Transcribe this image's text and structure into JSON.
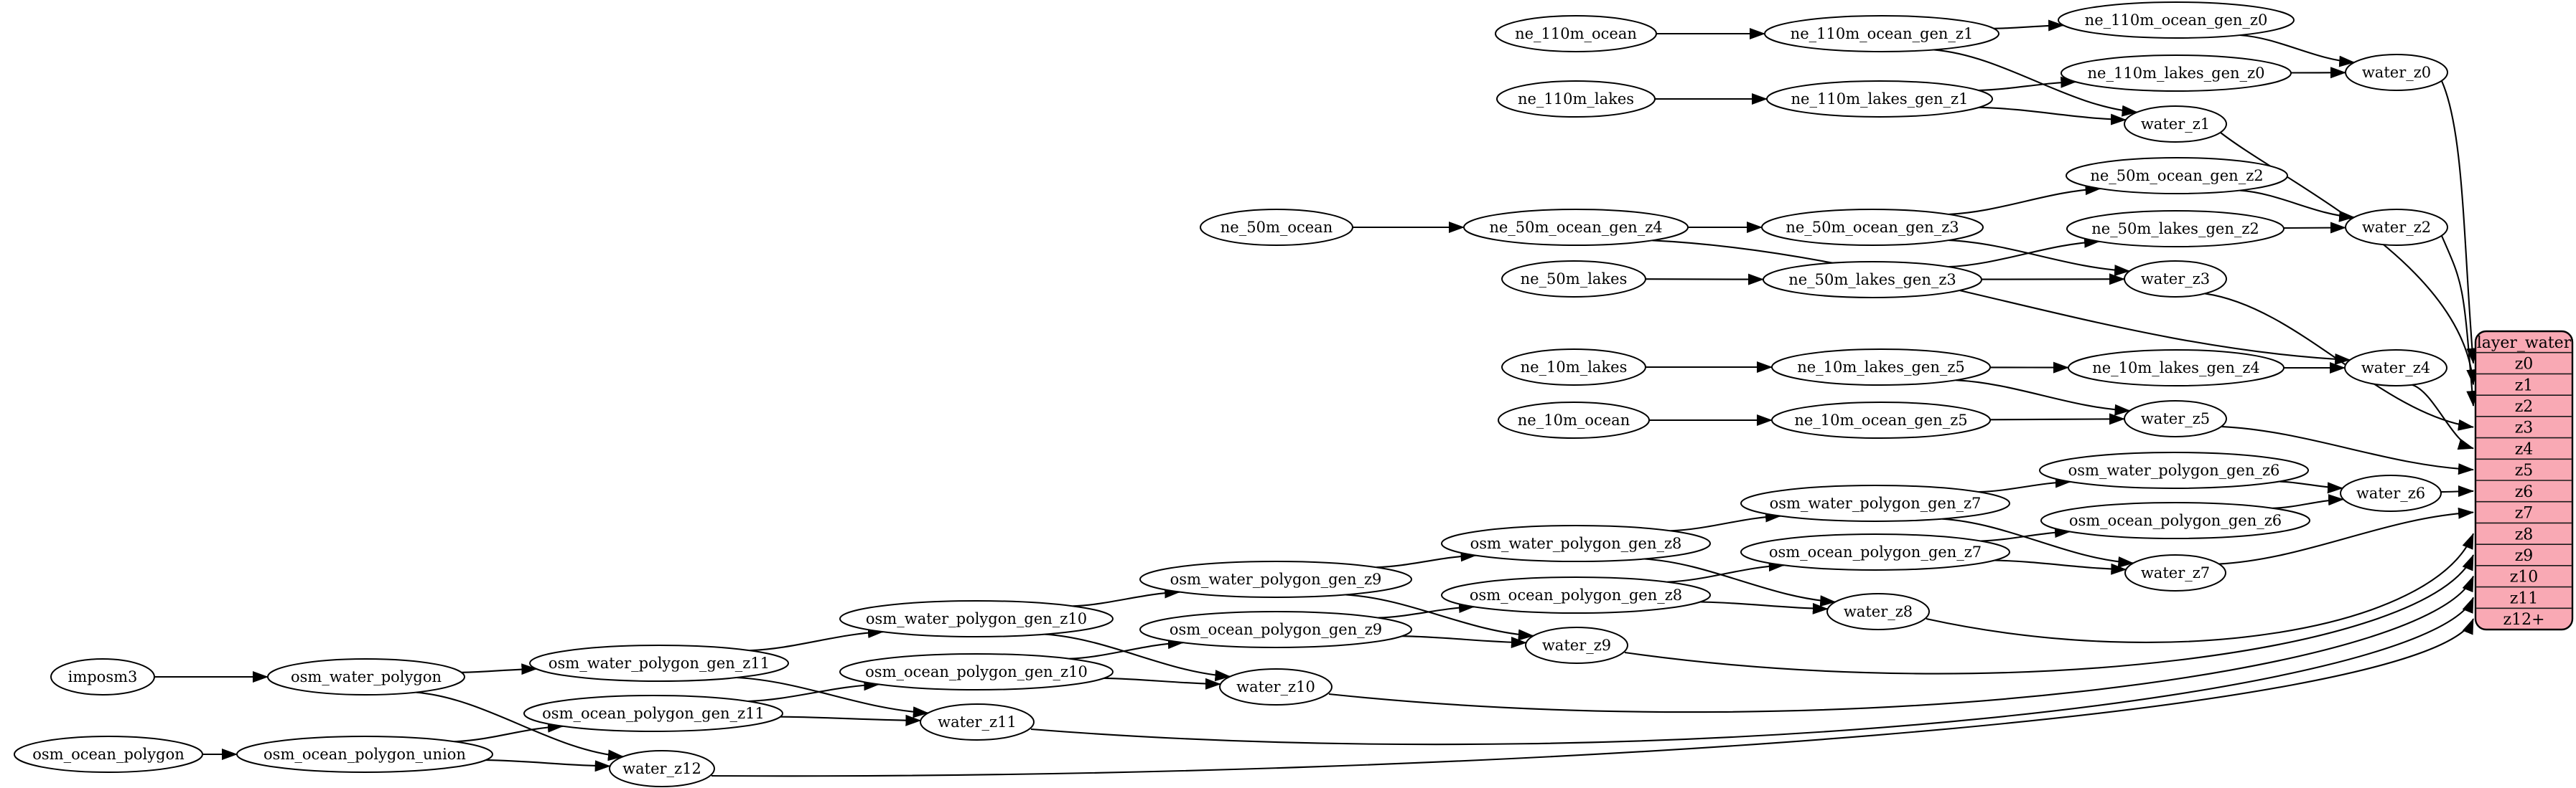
{
  "diagram": {
    "type": "dependency-graph",
    "background_color": "#ffffff",
    "node_fill": "#ffffff",
    "node_stroke": "#000000",
    "edge_color": "#000000",
    "nodes": [
      {
        "id": "ne_110m_ocean",
        "label": "ne_110m_ocean"
      },
      {
        "id": "ne_110m_lakes",
        "label": "ne_110m_lakes"
      },
      {
        "id": "ne_110m_ocean_gen_z1",
        "label": "ne_110m_ocean_gen_z1"
      },
      {
        "id": "ne_110m_lakes_gen_z1",
        "label": "ne_110m_lakes_gen_z1"
      },
      {
        "id": "ne_110m_ocean_gen_z0",
        "label": "ne_110m_ocean_gen_z0"
      },
      {
        "id": "ne_110m_lakes_gen_z0",
        "label": "ne_110m_lakes_gen_z0"
      },
      {
        "id": "water_z0",
        "label": "water_z0"
      },
      {
        "id": "water_z1",
        "label": "water_z1"
      },
      {
        "id": "ne_50m_ocean",
        "label": "ne_50m_ocean"
      },
      {
        "id": "ne_50m_lakes",
        "label": "ne_50m_lakes"
      },
      {
        "id": "ne_50m_ocean_gen_z4",
        "label": "ne_50m_ocean_gen_z4"
      },
      {
        "id": "ne_50m_ocean_gen_z3",
        "label": "ne_50m_ocean_gen_z3"
      },
      {
        "id": "ne_50m_lakes_gen_z3",
        "label": "ne_50m_lakes_gen_z3"
      },
      {
        "id": "ne_50m_ocean_gen_z2",
        "label": "ne_50m_ocean_gen_z2"
      },
      {
        "id": "ne_50m_lakes_gen_z2",
        "label": "ne_50m_lakes_gen_z2"
      },
      {
        "id": "water_z2",
        "label": "water_z2"
      },
      {
        "id": "water_z3",
        "label": "water_z3"
      },
      {
        "id": "ne_10m_lakes",
        "label": "ne_10m_lakes"
      },
      {
        "id": "ne_10m_ocean",
        "label": "ne_10m_ocean"
      },
      {
        "id": "ne_10m_lakes_gen_z5",
        "label": "ne_10m_lakes_gen_z5"
      },
      {
        "id": "ne_10m_ocean_gen_z5",
        "label": "ne_10m_ocean_gen_z5"
      },
      {
        "id": "ne_10m_lakes_gen_z4",
        "label": "ne_10m_lakes_gen_z4"
      },
      {
        "id": "water_z4",
        "label": "water_z4"
      },
      {
        "id": "water_z5",
        "label": "water_z5"
      },
      {
        "id": "imposm3",
        "label": "imposm3"
      },
      {
        "id": "osm_water_polygon",
        "label": "osm_water_polygon"
      },
      {
        "id": "osm_ocean_polygon",
        "label": "osm_ocean_polygon"
      },
      {
        "id": "osm_ocean_polygon_union",
        "label": "osm_ocean_polygon_union"
      },
      {
        "id": "osm_water_polygon_gen_z11",
        "label": "osm_water_polygon_gen_z11"
      },
      {
        "id": "osm_ocean_polygon_gen_z11",
        "label": "osm_ocean_polygon_gen_z11"
      },
      {
        "id": "osm_water_polygon_gen_z10",
        "label": "osm_water_polygon_gen_z10"
      },
      {
        "id": "osm_ocean_polygon_gen_z10",
        "label": "osm_ocean_polygon_gen_z10"
      },
      {
        "id": "osm_water_polygon_gen_z9",
        "label": "osm_water_polygon_gen_z9"
      },
      {
        "id": "osm_ocean_polygon_gen_z9",
        "label": "osm_ocean_polygon_gen_z9"
      },
      {
        "id": "osm_water_polygon_gen_z8",
        "label": "osm_water_polygon_gen_z8"
      },
      {
        "id": "osm_ocean_polygon_gen_z8",
        "label": "osm_ocean_polygon_gen_z8"
      },
      {
        "id": "osm_water_polygon_gen_z7",
        "label": "osm_water_polygon_gen_z7"
      },
      {
        "id": "osm_ocean_polygon_gen_z7",
        "label": "osm_ocean_polygon_gen_z7"
      },
      {
        "id": "osm_water_polygon_gen_z6",
        "label": "osm_water_polygon_gen_z6"
      },
      {
        "id": "osm_ocean_polygon_gen_z6",
        "label": "osm_ocean_polygon_gen_z6"
      },
      {
        "id": "water_z6",
        "label": "water_z6"
      },
      {
        "id": "water_z7",
        "label": "water_z7"
      },
      {
        "id": "water_z8",
        "label": "water_z8"
      },
      {
        "id": "water_z9",
        "label": "water_z9"
      },
      {
        "id": "water_z10",
        "label": "water_z10"
      },
      {
        "id": "water_z11",
        "label": "water_z11"
      },
      {
        "id": "water_z12",
        "label": "water_z12"
      }
    ],
    "edges": [
      [
        "ne_110m_ocean",
        "ne_110m_ocean_gen_z1"
      ],
      [
        "ne_110m_ocean_gen_z1",
        "ne_110m_ocean_gen_z0"
      ],
      [
        "ne_110m_ocean_gen_z1",
        "water_z1"
      ],
      [
        "ne_110m_ocean_gen_z0",
        "water_z0"
      ],
      [
        "ne_110m_lakes",
        "ne_110m_lakes_gen_z1"
      ],
      [
        "ne_110m_lakes_gen_z1",
        "ne_110m_lakes_gen_z0"
      ],
      [
        "ne_110m_lakes_gen_z1",
        "water_z1"
      ],
      [
        "ne_110m_lakes_gen_z0",
        "water_z0"
      ],
      [
        "water_z0",
        "layer_water:z0"
      ],
      [
        "water_z1",
        "layer_water:z1"
      ],
      [
        "ne_50m_ocean",
        "ne_50m_ocean_gen_z4"
      ],
      [
        "ne_50m_ocean_gen_z4",
        "ne_50m_ocean_gen_z3"
      ],
      [
        "ne_50m_ocean_gen_z4",
        "water_z4"
      ],
      [
        "ne_50m_ocean_gen_z3",
        "ne_50m_ocean_gen_z2"
      ],
      [
        "ne_50m_ocean_gen_z3",
        "water_z3"
      ],
      [
        "ne_50m_ocean_gen_z2",
        "water_z2"
      ],
      [
        "ne_50m_lakes",
        "ne_50m_lakes_gen_z3"
      ],
      [
        "ne_50m_lakes_gen_z3",
        "ne_50m_lakes_gen_z2"
      ],
      [
        "ne_50m_lakes_gen_z3",
        "water_z3"
      ],
      [
        "ne_50m_lakes_gen_z2",
        "water_z2"
      ],
      [
        "water_z2",
        "layer_water:z2"
      ],
      [
        "water_z3",
        "layer_water:z3"
      ],
      [
        "ne_10m_lakes",
        "ne_10m_lakes_gen_z5"
      ],
      [
        "ne_10m_lakes_gen_z5",
        "ne_10m_lakes_gen_z4"
      ],
      [
        "ne_10m_lakes_gen_z5",
        "water_z5"
      ],
      [
        "ne_10m_lakes_gen_z4",
        "water_z4"
      ],
      [
        "ne_10m_ocean",
        "ne_10m_ocean_gen_z5"
      ],
      [
        "ne_10m_ocean_gen_z5",
        "water_z5"
      ],
      [
        "water_z4",
        "layer_water:z4"
      ],
      [
        "water_z5",
        "layer_water:z5"
      ],
      [
        "imposm3",
        "osm_water_polygon"
      ],
      [
        "osm_water_polygon",
        "osm_water_polygon_gen_z11"
      ],
      [
        "osm_water_polygon",
        "water_z12"
      ],
      [
        "osm_ocean_polygon",
        "osm_ocean_polygon_union"
      ],
      [
        "osm_ocean_polygon_union",
        "osm_ocean_polygon_gen_z11"
      ],
      [
        "osm_ocean_polygon_union",
        "water_z12"
      ],
      [
        "osm_water_polygon_gen_z11",
        "osm_water_polygon_gen_z10"
      ],
      [
        "osm_water_polygon_gen_z11",
        "water_z11"
      ],
      [
        "osm_ocean_polygon_gen_z11",
        "osm_ocean_polygon_gen_z10"
      ],
      [
        "osm_ocean_polygon_gen_z11",
        "water_z11"
      ],
      [
        "osm_water_polygon_gen_z10",
        "osm_water_polygon_gen_z9"
      ],
      [
        "osm_water_polygon_gen_z10",
        "water_z10"
      ],
      [
        "osm_ocean_polygon_gen_z10",
        "osm_ocean_polygon_gen_z9"
      ],
      [
        "osm_ocean_polygon_gen_z10",
        "water_z10"
      ],
      [
        "osm_water_polygon_gen_z9",
        "osm_water_polygon_gen_z8"
      ],
      [
        "osm_water_polygon_gen_z9",
        "water_z9"
      ],
      [
        "osm_ocean_polygon_gen_z9",
        "osm_ocean_polygon_gen_z8"
      ],
      [
        "osm_ocean_polygon_gen_z9",
        "water_z9"
      ],
      [
        "osm_water_polygon_gen_z8",
        "osm_water_polygon_gen_z7"
      ],
      [
        "osm_water_polygon_gen_z8",
        "water_z8"
      ],
      [
        "osm_ocean_polygon_gen_z8",
        "osm_ocean_polygon_gen_z7"
      ],
      [
        "osm_ocean_polygon_gen_z8",
        "water_z8"
      ],
      [
        "osm_water_polygon_gen_z7",
        "osm_water_polygon_gen_z6"
      ],
      [
        "osm_water_polygon_gen_z7",
        "water_z7"
      ],
      [
        "osm_ocean_polygon_gen_z7",
        "osm_ocean_polygon_gen_z6"
      ],
      [
        "osm_ocean_polygon_gen_z7",
        "water_z7"
      ],
      [
        "osm_water_polygon_gen_z6",
        "water_z6"
      ],
      [
        "osm_ocean_polygon_gen_z6",
        "water_z6"
      ],
      [
        "water_z6",
        "layer_water:z6"
      ],
      [
        "water_z7",
        "layer_water:z7"
      ],
      [
        "water_z8",
        "layer_water:z8"
      ],
      [
        "water_z9",
        "layer_water:z9"
      ],
      [
        "water_z10",
        "layer_water:z10"
      ],
      [
        "water_z11",
        "layer_water:z11"
      ],
      [
        "water_z12",
        "layer_water:z12+"
      ]
    ],
    "table": {
      "id": "layer_water",
      "title": "layer_water",
      "rows": [
        "z0",
        "z1",
        "z2",
        "z3",
        "z4",
        "z5",
        "z6",
        "z7",
        "z8",
        "z9",
        "z10",
        "z11",
        "z12+"
      ],
      "fill": "#f9a9b4",
      "stroke": "#000000"
    }
  }
}
